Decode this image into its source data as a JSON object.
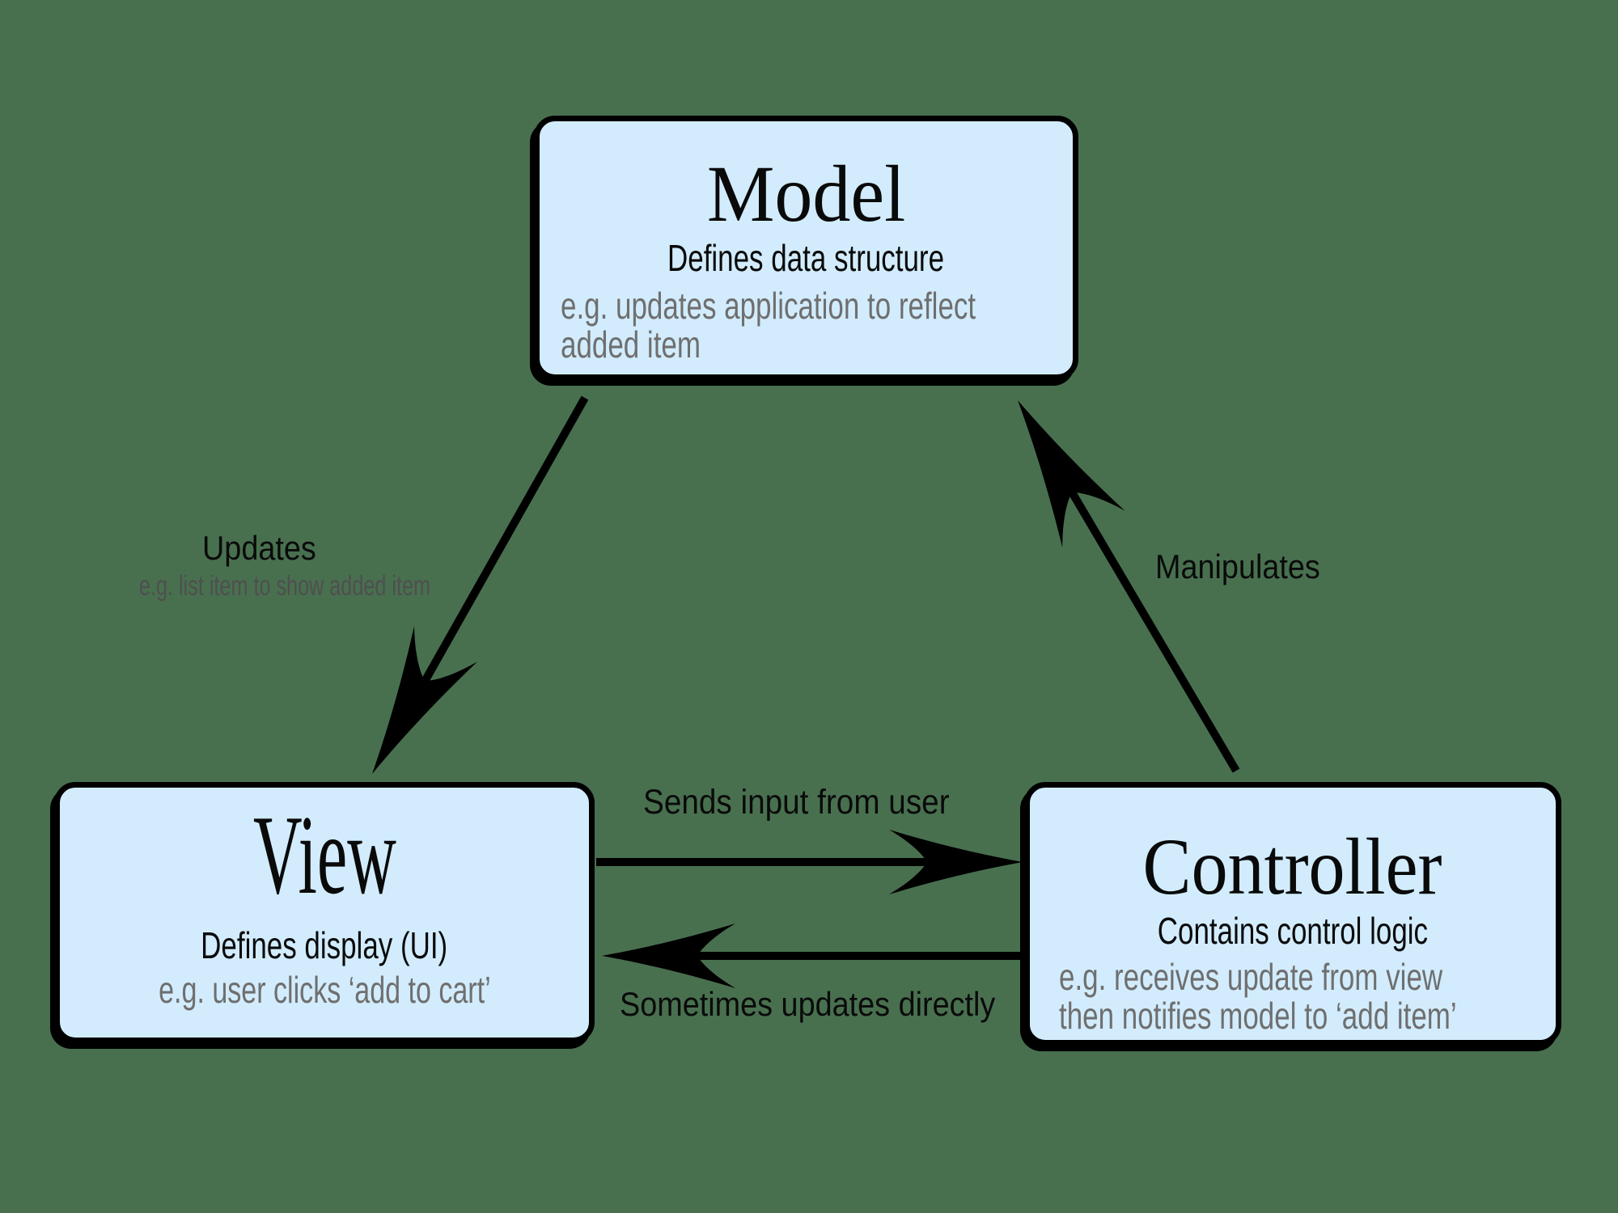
{
  "diagram": {
    "title_semantic": "Model-View-Controller pattern diagram",
    "colors": {
      "background": "#48704f",
      "box_fill": "#d2ecfd",
      "box_border": "#000000",
      "arrow": "#000000",
      "primary_text": "#0a0a0a",
      "example_text": "#6f6f6f",
      "arrow_sublabel_text": "#4f4f4f"
    }
  },
  "boxes": {
    "model": {
      "title": "Model",
      "subtitle": "Defines data structure",
      "example_lines": [
        "e.g. updates application to reflect",
        "added item"
      ]
    },
    "view": {
      "title": "View",
      "subtitle": "Defines display (UI)",
      "example_lines": [
        "e.g. user clicks ‘add to cart’"
      ]
    },
    "controller": {
      "title": "Controller",
      "subtitle": "Contains control logic",
      "example_lines": [
        "e.g. receives update from view",
        "then notifies model to ‘add item’"
      ]
    }
  },
  "arrows": {
    "model_to_view": {
      "label": "Updates",
      "sublabel": "e.g. list item to show added item",
      "from": "Model",
      "to": "View"
    },
    "controller_to_model": {
      "label": "Manipulates",
      "from": "Controller",
      "to": "Model"
    },
    "view_to_controller": {
      "label": "Sends input from user",
      "from": "View",
      "to": "Controller"
    },
    "controller_to_view": {
      "label": "Sometimes updates directly",
      "from": "Controller",
      "to": "View"
    }
  }
}
